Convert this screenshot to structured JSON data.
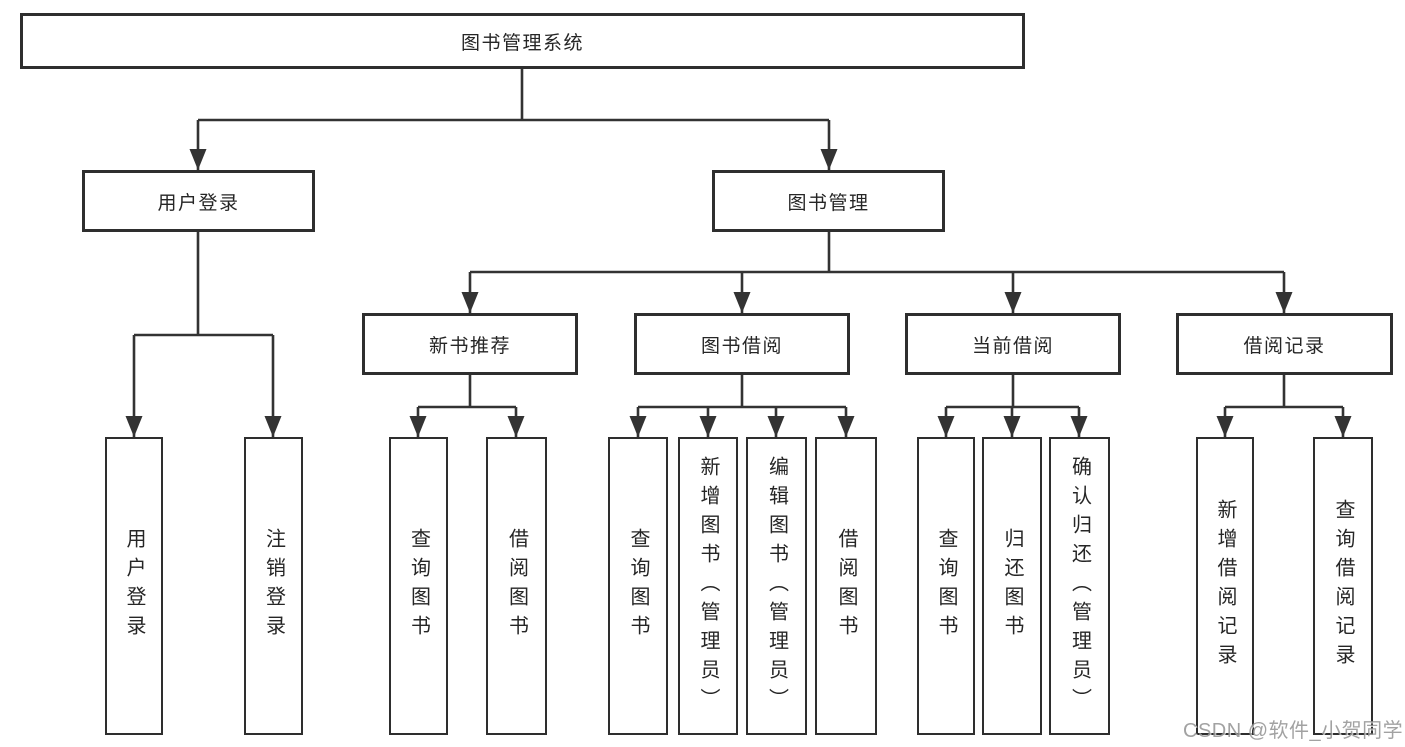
{
  "diagram": {
    "root": {
      "label": "图书管理系统"
    },
    "level2": [
      {
        "label": "用户登录"
      },
      {
        "label": "图书管理"
      }
    ],
    "level3": [
      {
        "label": "新书推荐"
      },
      {
        "label": "图书借阅"
      },
      {
        "label": "当前借阅"
      },
      {
        "label": "借阅记录"
      }
    ],
    "leaves": {
      "user_login": [
        "用户登录",
        "注销登录"
      ],
      "new_book_rec": [
        "查询图书",
        "借阅图书"
      ],
      "book_borrow": [
        "查询图书",
        "新增图书（管理员）",
        "编辑图书（管理员）",
        "借阅图书"
      ],
      "current_borrow": [
        "查询图书",
        "归还图书",
        "确认归还（管理员）"
      ],
      "borrow_record": [
        "新增借阅记录",
        "查询借阅记录"
      ]
    }
  },
  "watermark": {
    "text": "CSDN @软件_小贺同学"
  },
  "colors": {
    "line": "#333333",
    "border": "#2e2e2e",
    "text": "#262626",
    "background": "#ffffff",
    "watermark": "#969696"
  }
}
